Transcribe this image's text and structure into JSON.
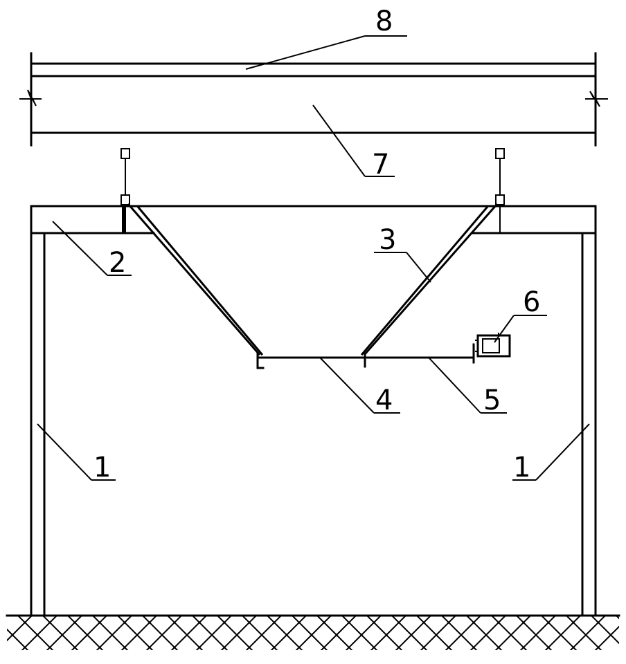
{
  "labels": {
    "ref_1": "1",
    "ref_2": "2",
    "ref_3": "3",
    "ref_4": "4",
    "ref_5": "5",
    "ref_6": "6",
    "ref_7": "7",
    "ref_8": "8"
  }
}
